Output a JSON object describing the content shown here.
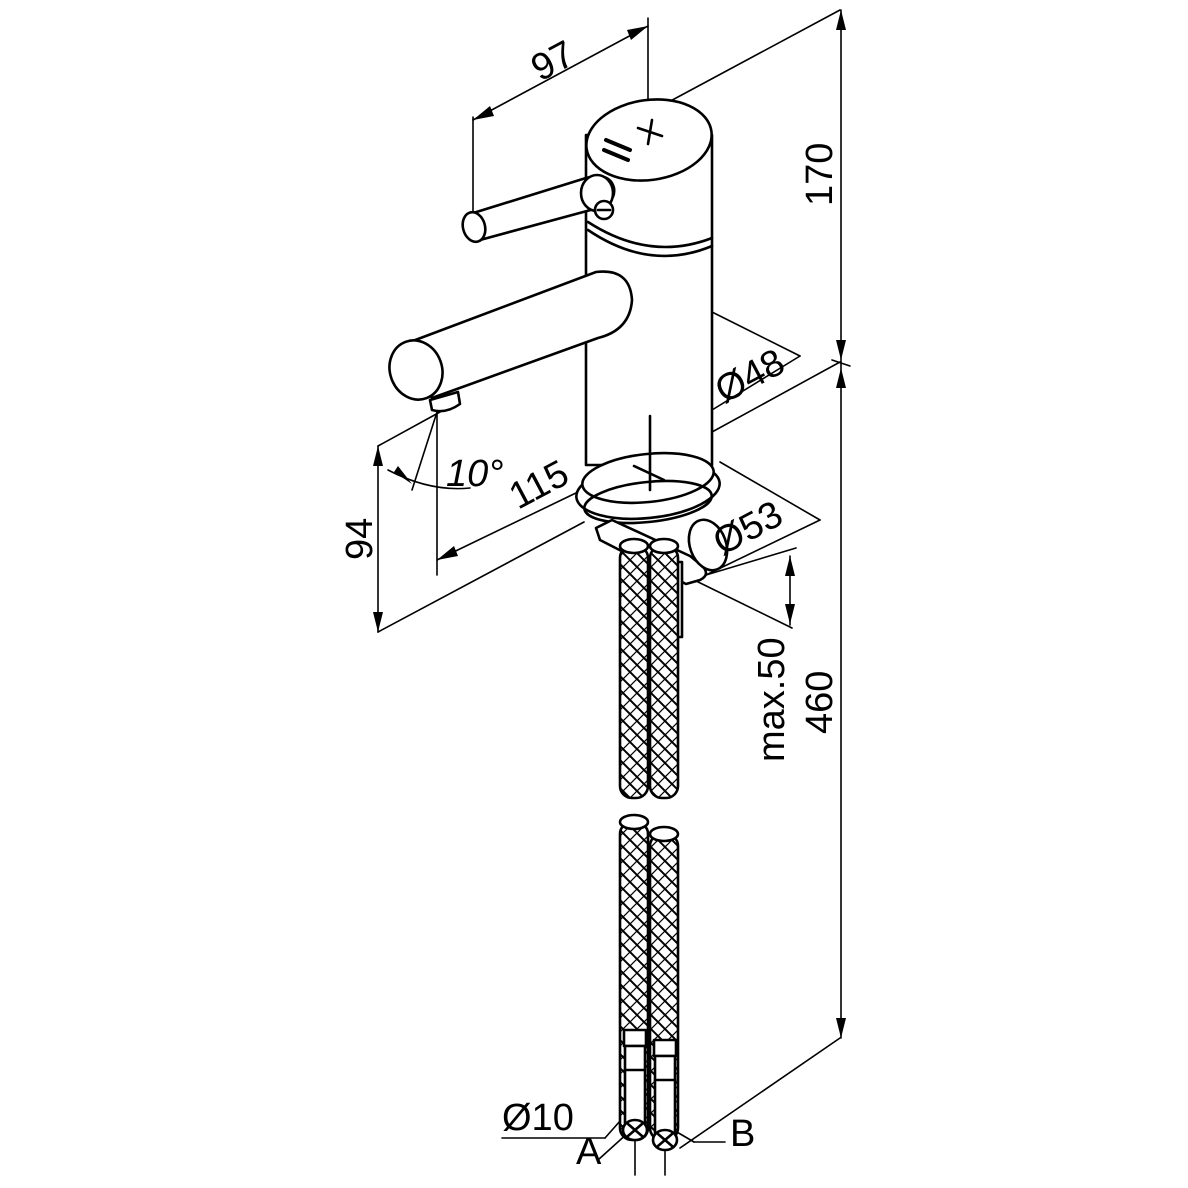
{
  "dimensions": {
    "handle_reach": "97",
    "body_height": "170",
    "body_diameter": "Ø48",
    "spout_reach": "115",
    "spout_angle": "10°",
    "spout_height": "94",
    "base_diameter": "Ø53",
    "deck_thickness": "max.50",
    "hose_length": "460",
    "hose_diameter": "Ø10"
  },
  "hose_labels": {
    "left": "A",
    "right": "B"
  }
}
